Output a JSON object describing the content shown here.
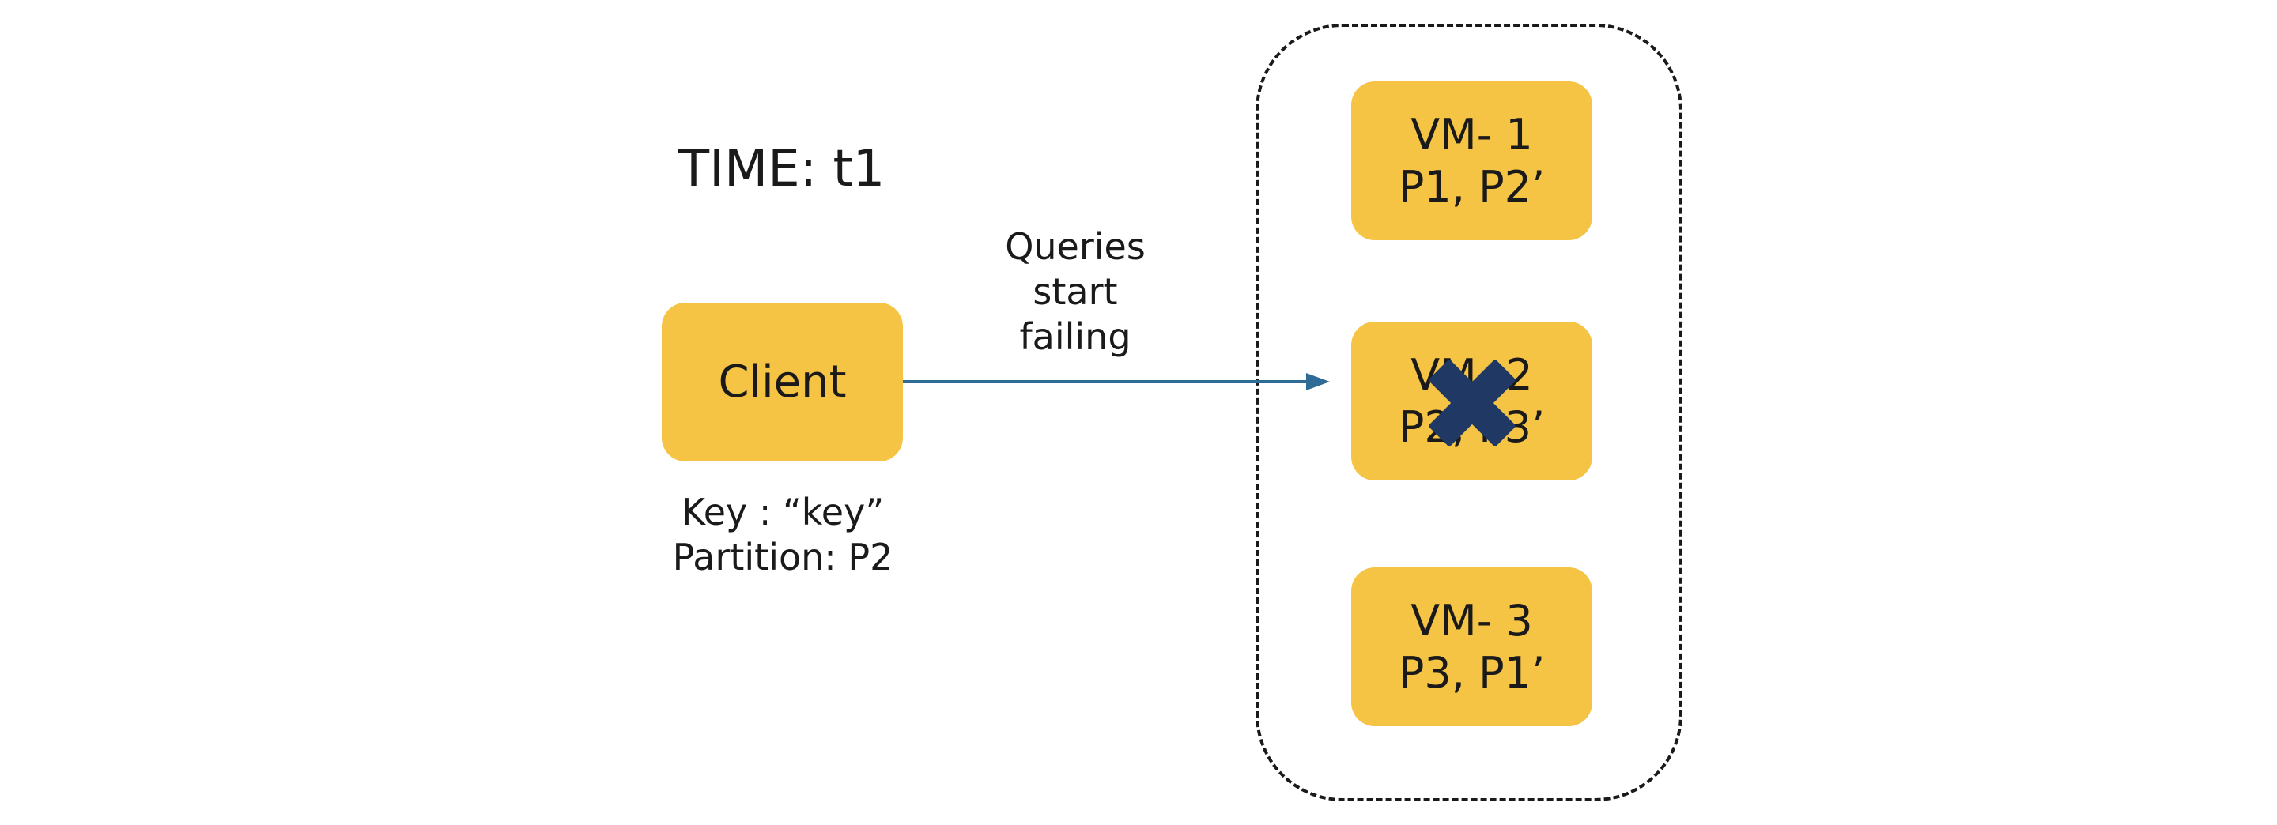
{
  "time_label": "TIME: t1",
  "client": {
    "label": "Client",
    "key_line": "Key : “key”",
    "partition_line": "Partition: P2"
  },
  "arrow": {
    "label_lines": [
      "Queries",
      "start",
      "failing"
    ]
  },
  "vms": [
    {
      "name": "VM- 1",
      "partitions": "P1, P2’"
    },
    {
      "name": "VM- 2",
      "partitions": "P2, P3’",
      "failed": true
    },
    {
      "name": "VM- 3",
      "partitions": "P3, P1’"
    }
  ],
  "colors": {
    "box_fill": "#f5c445",
    "arrow": "#2e6b96",
    "failure_mark": "#1f3864",
    "border": "#1a1a1a"
  },
  "icons": {
    "failure": "x-cross-icon"
  }
}
